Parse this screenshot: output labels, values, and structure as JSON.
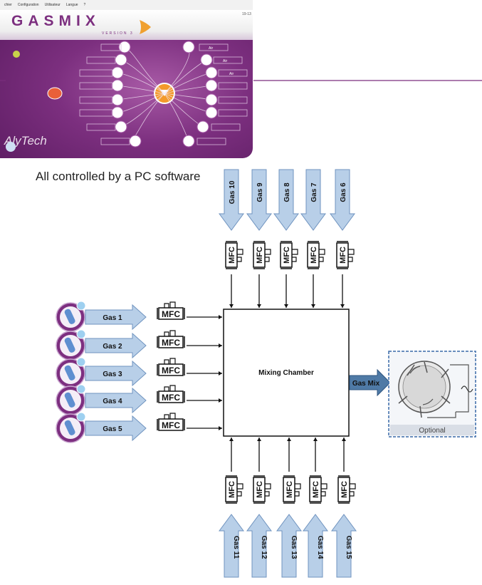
{
  "software": {
    "menu": [
      "chier",
      "Configuration",
      "Utilisateur",
      "Langue",
      "?"
    ],
    "logo": "GASMIX",
    "logo_sub": "VERSION 3",
    "version": "19-13",
    "display_labels": [
      "Air",
      "Air",
      "Air"
    ],
    "brand": "AlyTech"
  },
  "caption": "All controlled by a PC software",
  "diagram": {
    "chamber_label": "Mixing Chamber",
    "mfc_label": "MFC",
    "output_label": "Gas Mix",
    "optional_label": "Optional",
    "left_gases": [
      "Gas 1",
      "Gas 2",
      "Gas 3",
      "Gas 4",
      "Gas 5"
    ],
    "top_gases": [
      "Gas 10",
      "Gas 9",
      "Gas 8",
      "Gas 7",
      "Gas 6"
    ],
    "bottom_gases": [
      "Gas 11",
      "Gas 12",
      "Gas 13",
      "Gas 14",
      "Gas 15"
    ],
    "colors": {
      "arrow_fill": "#b8cfe8",
      "arrow_stroke": "#6f93bf",
      "software_purple": "#7c2f7f",
      "optional_border": "#3a6aa8"
    }
  }
}
